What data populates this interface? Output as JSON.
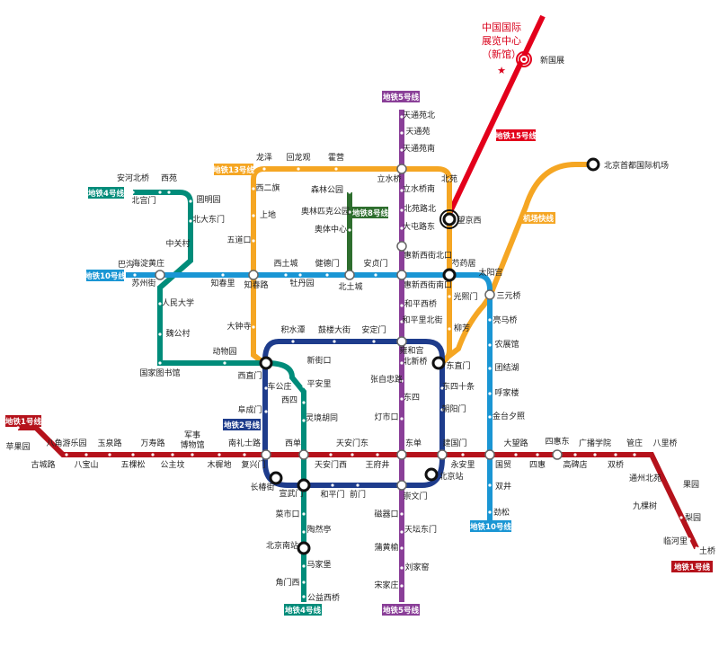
{
  "lines": [
    {
      "id": "line1",
      "name": "地铁1号线",
      "color": "#b5121b"
    },
    {
      "id": "line2",
      "name": "地铁2号线",
      "color": "#1e3c8c"
    },
    {
      "id": "line4",
      "name": "地铁4号线",
      "color": "#008c7a"
    },
    {
      "id": "line5",
      "name": "地铁5号线",
      "color": "#8a3f98"
    },
    {
      "id": "line8",
      "name": "地铁8号线",
      "color": "#2e6e2e"
    },
    {
      "id": "line10",
      "name": "地铁10号线",
      "color": "#1a96d4"
    },
    {
      "id": "line13",
      "name": "地铁13号线",
      "color": "#f5a623"
    },
    {
      "id": "line15",
      "name": "地铁15号线",
      "color": "#e3001b"
    },
    {
      "id": "airport",
      "name": "机场快线",
      "color": "#f5a623"
    }
  ],
  "expo": {
    "line1": "中国国际",
    "line2": "展览中心",
    "line3": "（新馆）"
  },
  "stations": {
    "s1": "苹果园",
    "s2": "古城路",
    "s3": "八角游乐园",
    "s4": "八宝山",
    "s5": "玉泉路",
    "s6": "五棵松",
    "s7": "万寿路",
    "s8": "公主坟",
    "s9": "军事",
    "s9b": "博物馆",
    "s10": "木樨地",
    "s11": "南礼士路",
    "s12": "复兴门",
    "s13": "西单",
    "s14": "天安门西",
    "s15": "天安门东",
    "s16": "王府井",
    "s17": "东单",
    "s18": "建国门",
    "s19": "永安里",
    "s20": "国贸",
    "s21": "大望路",
    "s22": "四惠",
    "s23": "四惠东",
    "s24": "高碑店",
    "s25": "广播学院",
    "s26": "双桥",
    "s27": "管庄",
    "s28": "通州北苑",
    "s29": "八里桥",
    "s30": "果园",
    "s31": "九棵树",
    "s32": "梨园",
    "s33": "临河里",
    "s34": "土桥",
    "a1": "西直门",
    "a2": "车公庄",
    "a3": "阜成门",
    "a4": "长椿街",
    "a5": "宣武门",
    "a6": "和平门",
    "a7": "前门",
    "a8": "崇文门",
    "a9": "北京站",
    "a10": "朝阳门",
    "a11": "东四十条",
    "a12": "东直门",
    "a13": "雍和宫",
    "a14": "安定门",
    "a15": "鼓楼大街",
    "a16": "积水潭",
    "b1": "安河北桥",
    "b2": "北宫门",
    "b3": "西苑",
    "b4": "圆明园",
    "b5": "北大东门",
    "b6": "中关村",
    "b7": "海淀黄庄",
    "b8": "人民大学",
    "b9": "魏公村",
    "b10": "国家图书馆",
    "b11": "动物园",
    "b12": "新街口",
    "b13": "平安里",
    "b14": "西四",
    "b15": "灵境胡同",
    "b16": "菜市口",
    "b17": "陶然亭",
    "b18": "北京南站",
    "b19": "马家堡",
    "b20": "角门西",
    "b21": "公益西桥",
    "c1": "天通苑北",
    "c2": "天通苑",
    "c3": "天通苑南",
    "c4": "立水桥",
    "c5": "立水桥南",
    "c6": "北苑路北",
    "c7": "大屯路东",
    "c8": "惠新西街北口",
    "c9": "惠新西街南口",
    "c10": "和平西桥",
    "c11": "和平里北街",
    "c12": "北新桥",
    "c13": "张自忠路",
    "c14": "东四",
    "c15": "灯市口",
    "c16": "磁器口",
    "c17": "天坛东门",
    "c18": "蒲黄榆",
    "c19": "刘家窑",
    "c20": "宋家庄",
    "d1": "森林公园",
    "d2": "奥林匹克公园",
    "d3": "奥体中心",
    "d4": "北土城",
    "e1": "巴沟",
    "e2": "苏州街",
    "e3": "知春里",
    "e4": "知春路",
    "e5": "西土城",
    "e6": "牡丹园",
    "e7": "健德门",
    "e8": "安贞门",
    "e9": "芍药居",
    "e10": "太阳宫",
    "e11": "三元桥",
    "e12": "亮马桥",
    "e13": "农展馆",
    "e14": "团结湖",
    "e15": "呼家楼",
    "e16": "金台夕照",
    "e17": "双井",
    "e18": "劲松",
    "f1": "龙泽",
    "f2": "回龙观",
    "f3": "霍营",
    "f4": "北苑",
    "f5": "望京西",
    "f6": "光熙门",
    "f7": "柳芳",
    "f8": "西二旗",
    "f9": "上地",
    "f10": "五道口",
    "f11": "大钟寺",
    "g1": "北京首都国际机场",
    "g2": "新国展"
  }
}
